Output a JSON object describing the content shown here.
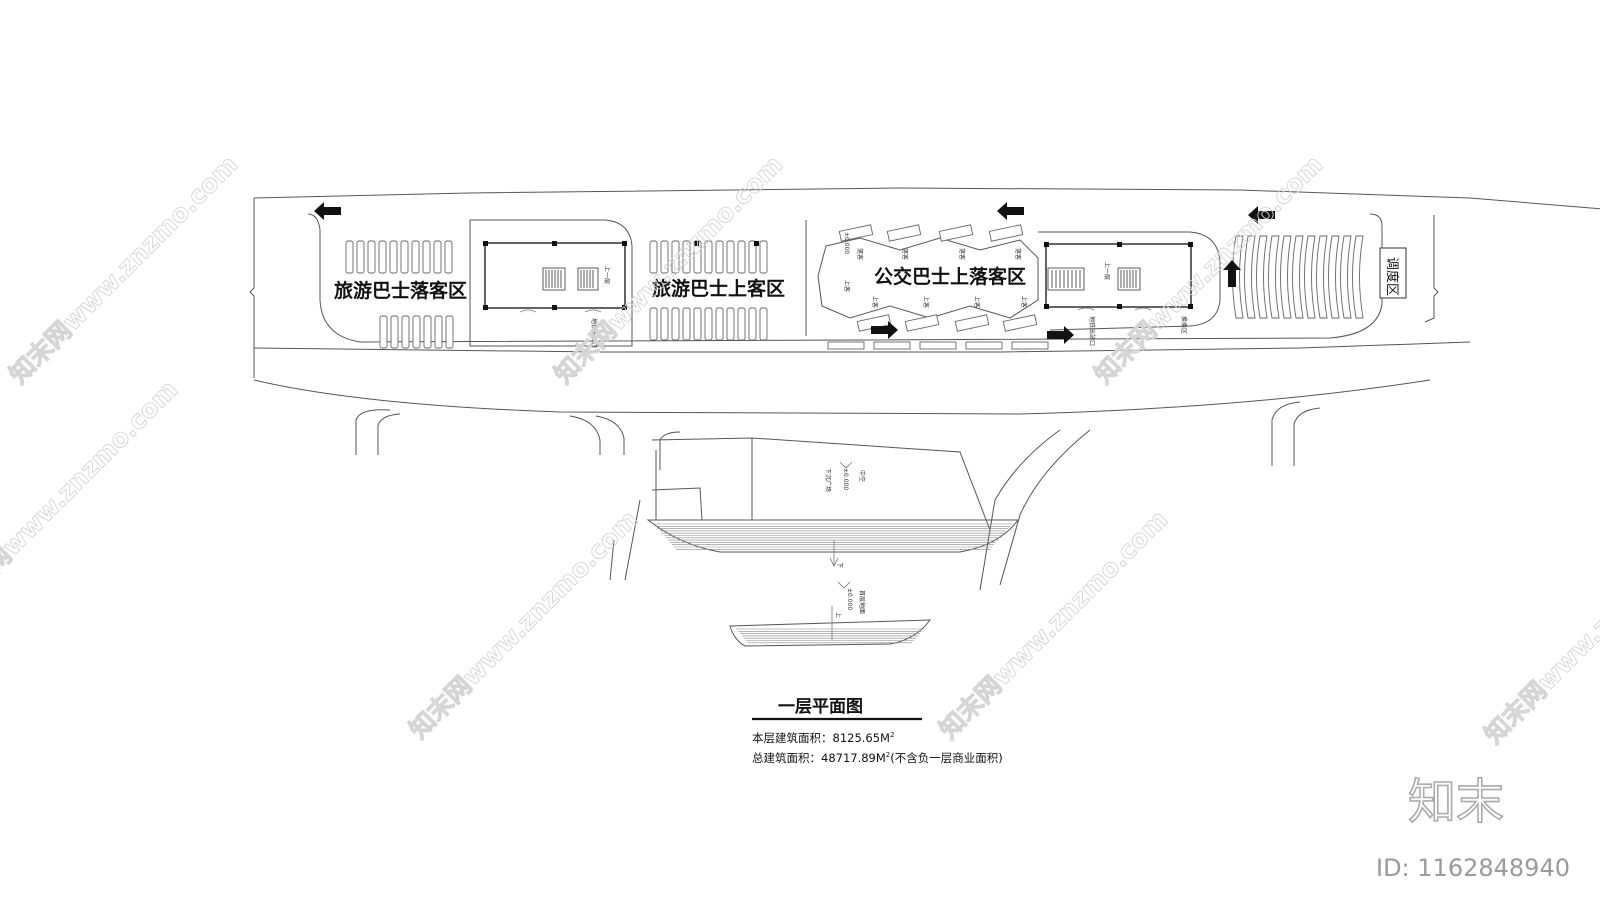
{
  "zones": {
    "tour_dropoff": "旅游巴士落客区",
    "tour_pickup": "旅游巴士上客区",
    "bus_zone": "公交巴士上落客区",
    "dispatch": "调度区"
  },
  "labels": {
    "metro_exit": "地铁出站口",
    "transfer": "换乘区",
    "stair": "上一层",
    "up": "上",
    "down": "下",
    "board": "上客",
    "alight": "落客",
    "void": "中空",
    "sunken_plaza": "下沉广场",
    "ground": "首层地面",
    "elev_0": "±0.000"
  },
  "plan": {
    "title": "一层平面图",
    "floor_area_label": "本层建筑面积：",
    "floor_area_value": "8125.65M",
    "total_area_label": "总建筑面积：",
    "total_area_value": "48717.89M",
    "squared": "2",
    "note": "(不含负一层商业面积)"
  },
  "watermark": {
    "text": "知末网www.znzmo.com",
    "logo": "知末",
    "id_label": "ID: ",
    "id_value": "1162848940"
  }
}
